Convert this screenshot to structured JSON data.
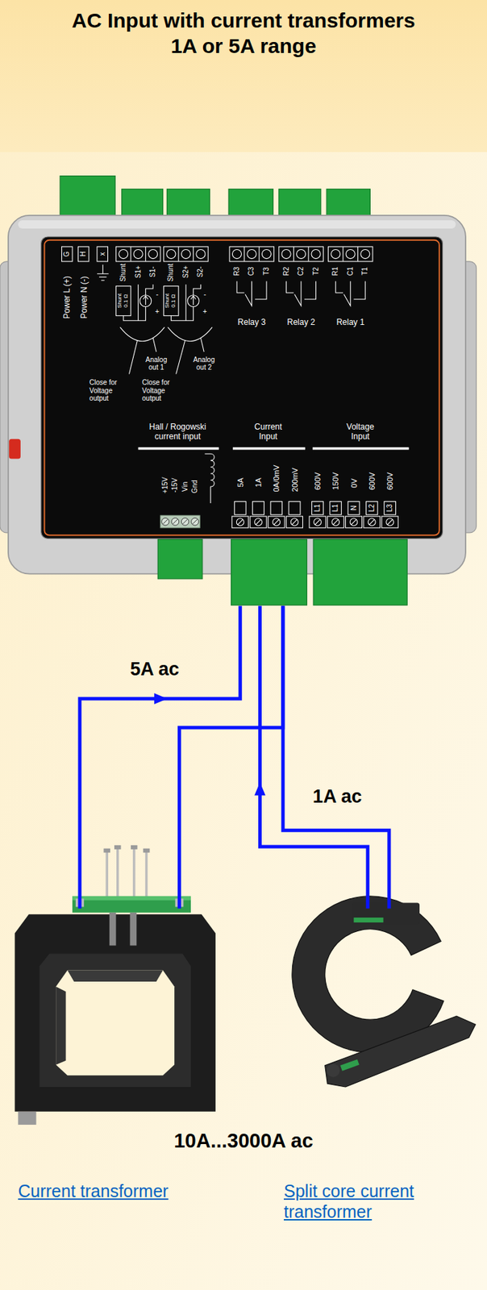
{
  "diagram": {
    "title": "AC Input with current transformers 1A or 5A range",
    "nodes": [
      {
        "text": [
          "Current Input",
          "5A",
          "1A",
          "0A/0mV",
          "200mV"
        ]
      },
      {
        "text": [
          "Current transformer"
        ]
      },
      {
        "text": [
          "Split core current transformer"
        ]
      }
    ],
    "edges": [
      {
        "from": 1,
        "to": 0,
        "arrow": "to",
        "label": "5A ac"
      },
      {
        "from": 1,
        "to": 0,
        "arrow": "none"
      },
      {
        "from": 2,
        "to": 0,
        "arrow": "to",
        "label": "1A ac"
      },
      {
        "from": 2,
        "to": 0,
        "arrow": "none"
      }
    ],
    "labels": [
      "G",
      "H",
      "x",
      "Shunt",
      "S1+",
      "S1-",
      "Shunt",
      "S2+",
      "S2-",
      "R3",
      "C3",
      "T3",
      "R2",
      "C2",
      "T2",
      "R1",
      "C1",
      "T1",
      "Power L (+)",
      "Power N (-)",
      "Shunt 0.1 Ω",
      "-",
      "+",
      "Shunt 0.1 Ω",
      "-",
      "+",
      "Relay 3",
      "Relay 2",
      "Relay 1",
      "Analog out 1",
      "Analog out 2",
      "Close for Voltage output",
      "Close for Voltage output",
      "Hall / Rogowski current input",
      "Voltage Input",
      "+15V",
      "-15V",
      "Vin",
      "Gnd",
      "600V",
      "150V",
      "0V",
      "600V",
      "600V",
      "L1",
      "L1",
      "N",
      "L2",
      "L3",
      "10A...3000A ac"
    ]
  }
}
